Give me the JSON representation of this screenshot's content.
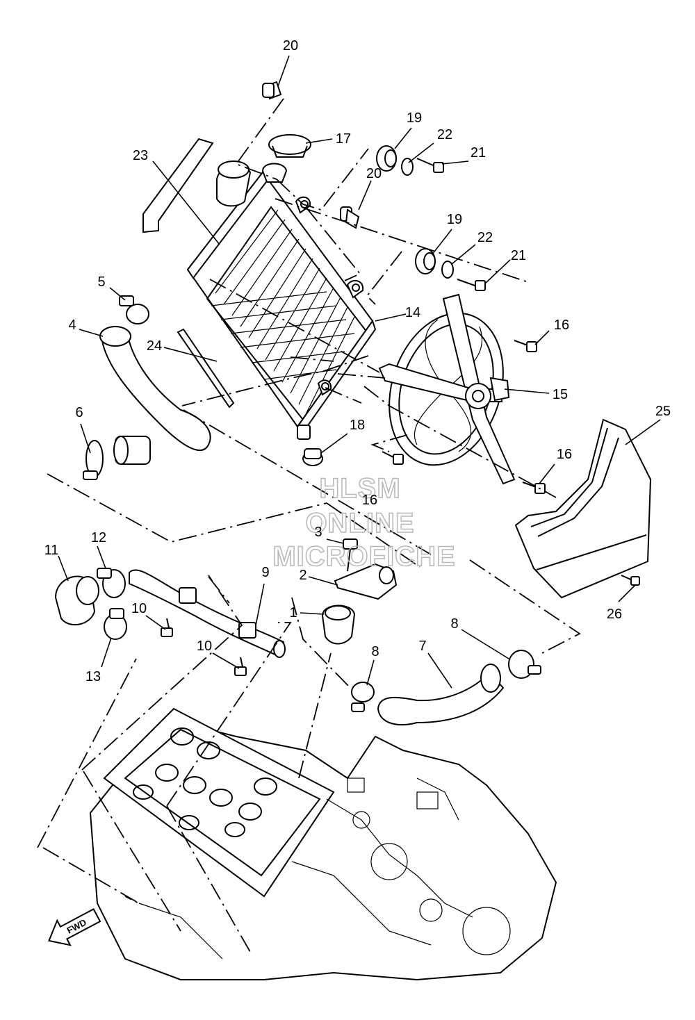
{
  "callouts": {
    "c1": "1",
    "c2": "2",
    "c3": "3",
    "c4": "4",
    "c5": "5",
    "c6": "6",
    "c7": "7",
    "c8a": "8",
    "c8b": "8",
    "c9": "9",
    "c10a": "10",
    "c10b": "10",
    "c11": "11",
    "c12": "12",
    "c13": "13",
    "c14": "14",
    "c15": "15",
    "c16a": "16",
    "c16b": "16",
    "c16c": "16",
    "c17": "17",
    "c18": "18",
    "c19a": "19",
    "c19b": "19",
    "c20a": "20",
    "c20b": "20",
    "c21a": "21",
    "c21b": "21",
    "c22a": "22",
    "c22b": "22",
    "c23": "23",
    "c24": "24",
    "c25": "25",
    "c26": "26"
  },
  "watermark": {
    "line1": "HLSM",
    "line2": "ONLINE",
    "line3": "MICROFICHE"
  },
  "fwd_label": "FWD"
}
